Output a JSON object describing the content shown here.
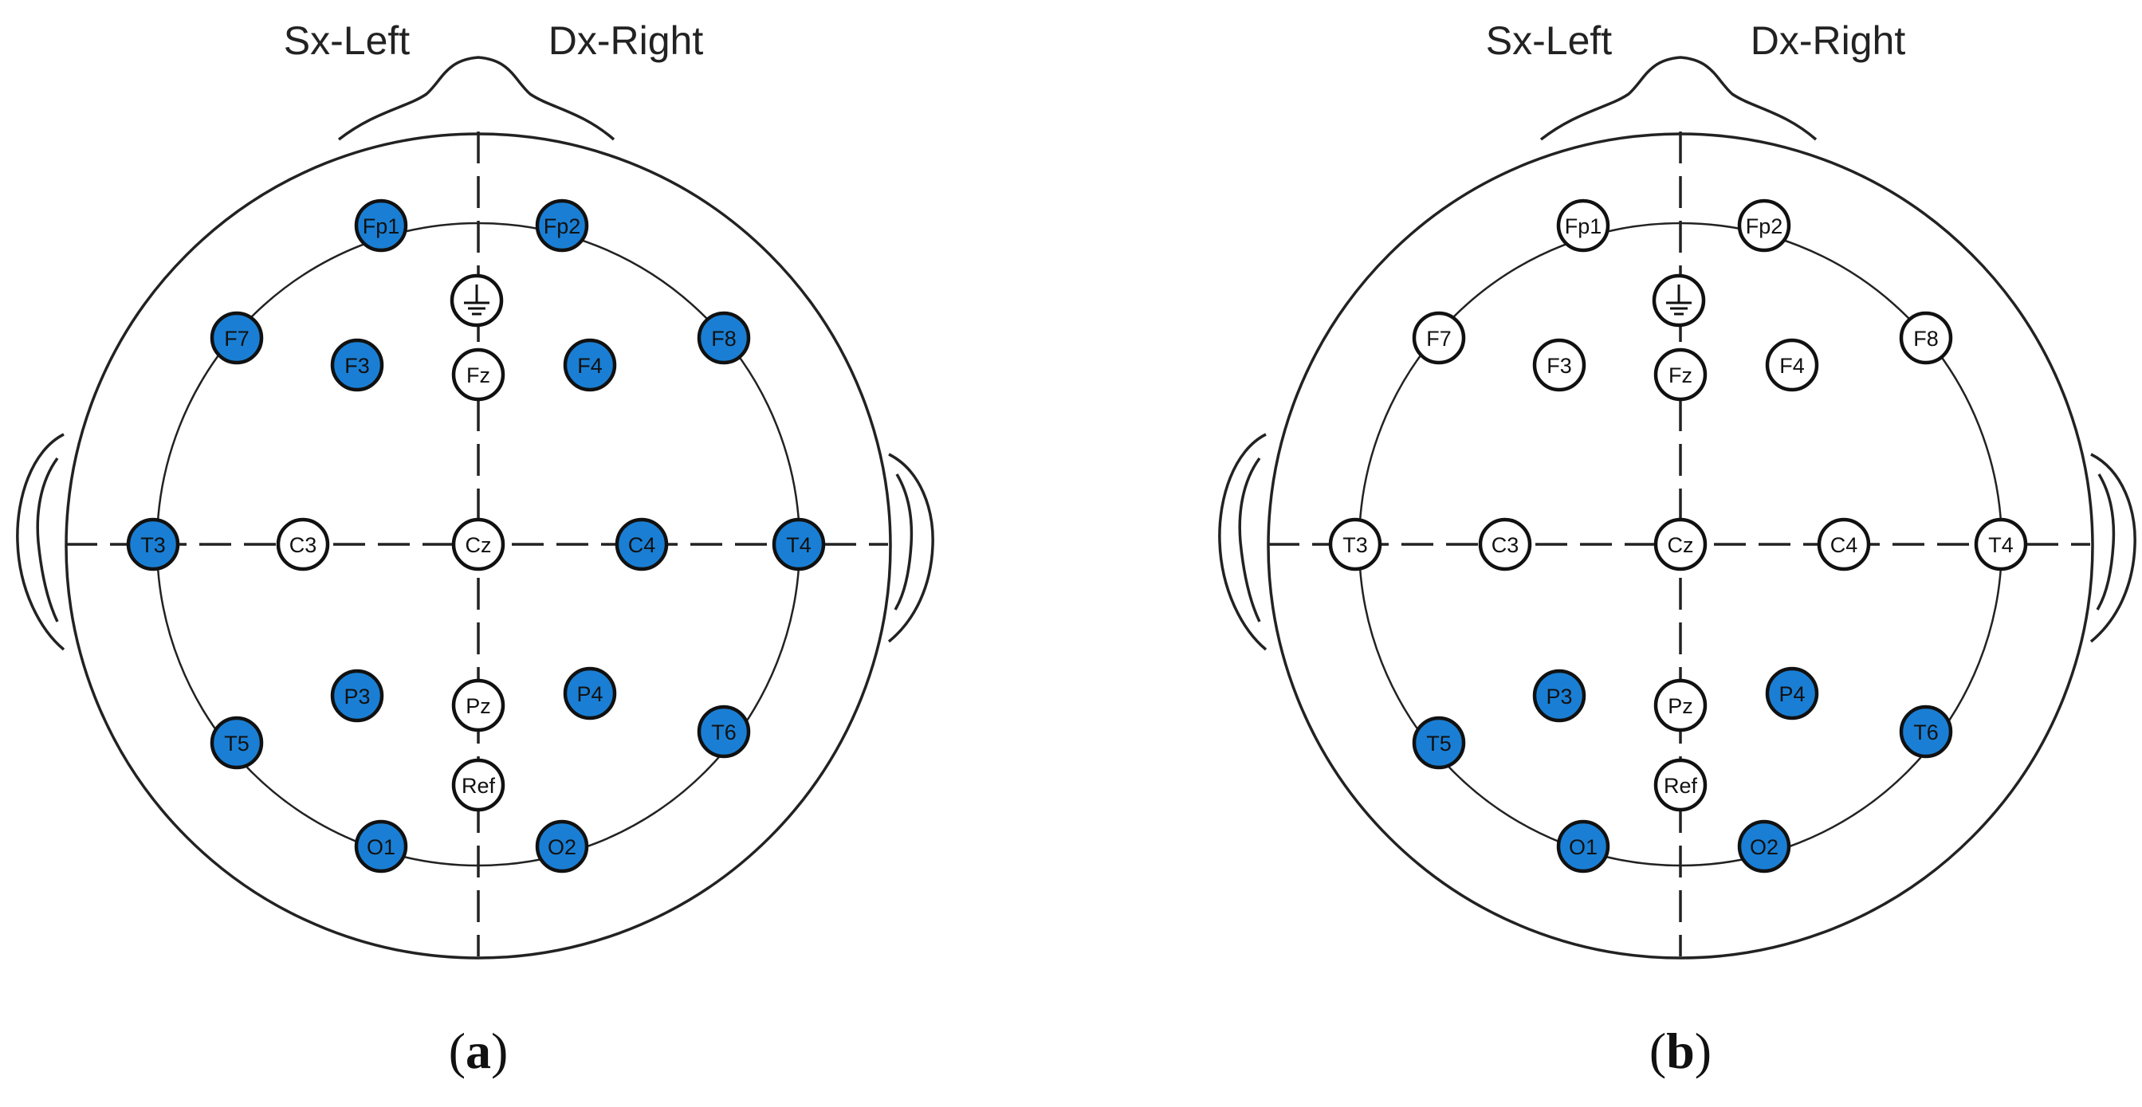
{
  "colors": {
    "active": "#1a7fd4",
    "inactive": "#ffffff"
  },
  "panels": [
    {
      "side_left": "Sx-Left",
      "side_right": "Dx-Right",
      "label_open": "(",
      "label_letter": "a",
      "label_close": ")",
      "active": [
        "Fp1",
        "Fp2",
        "F7",
        "F3",
        "F4",
        "F8",
        "T3",
        "C4",
        "T4",
        "P3",
        "P4",
        "T5",
        "T6",
        "O1",
        "O2"
      ]
    },
    {
      "side_left": "Sx-Left",
      "side_right": "Dx-Right",
      "label_open": "(",
      "label_letter": "b",
      "label_close": ")",
      "active": [
        "P3",
        "P4",
        "T5",
        "T6",
        "O1",
        "O2"
      ]
    }
  ],
  "electrodes": [
    "Fp1",
    "Fp2",
    "F7",
    "F3",
    "Fz",
    "F4",
    "F8",
    "T3",
    "C3",
    "Cz",
    "C4",
    "T4",
    "T5",
    "P3",
    "Pz",
    "P4",
    "T6",
    "O1",
    "O2",
    "Ref"
  ],
  "ground": {
    "icon": "ground-icon"
  }
}
